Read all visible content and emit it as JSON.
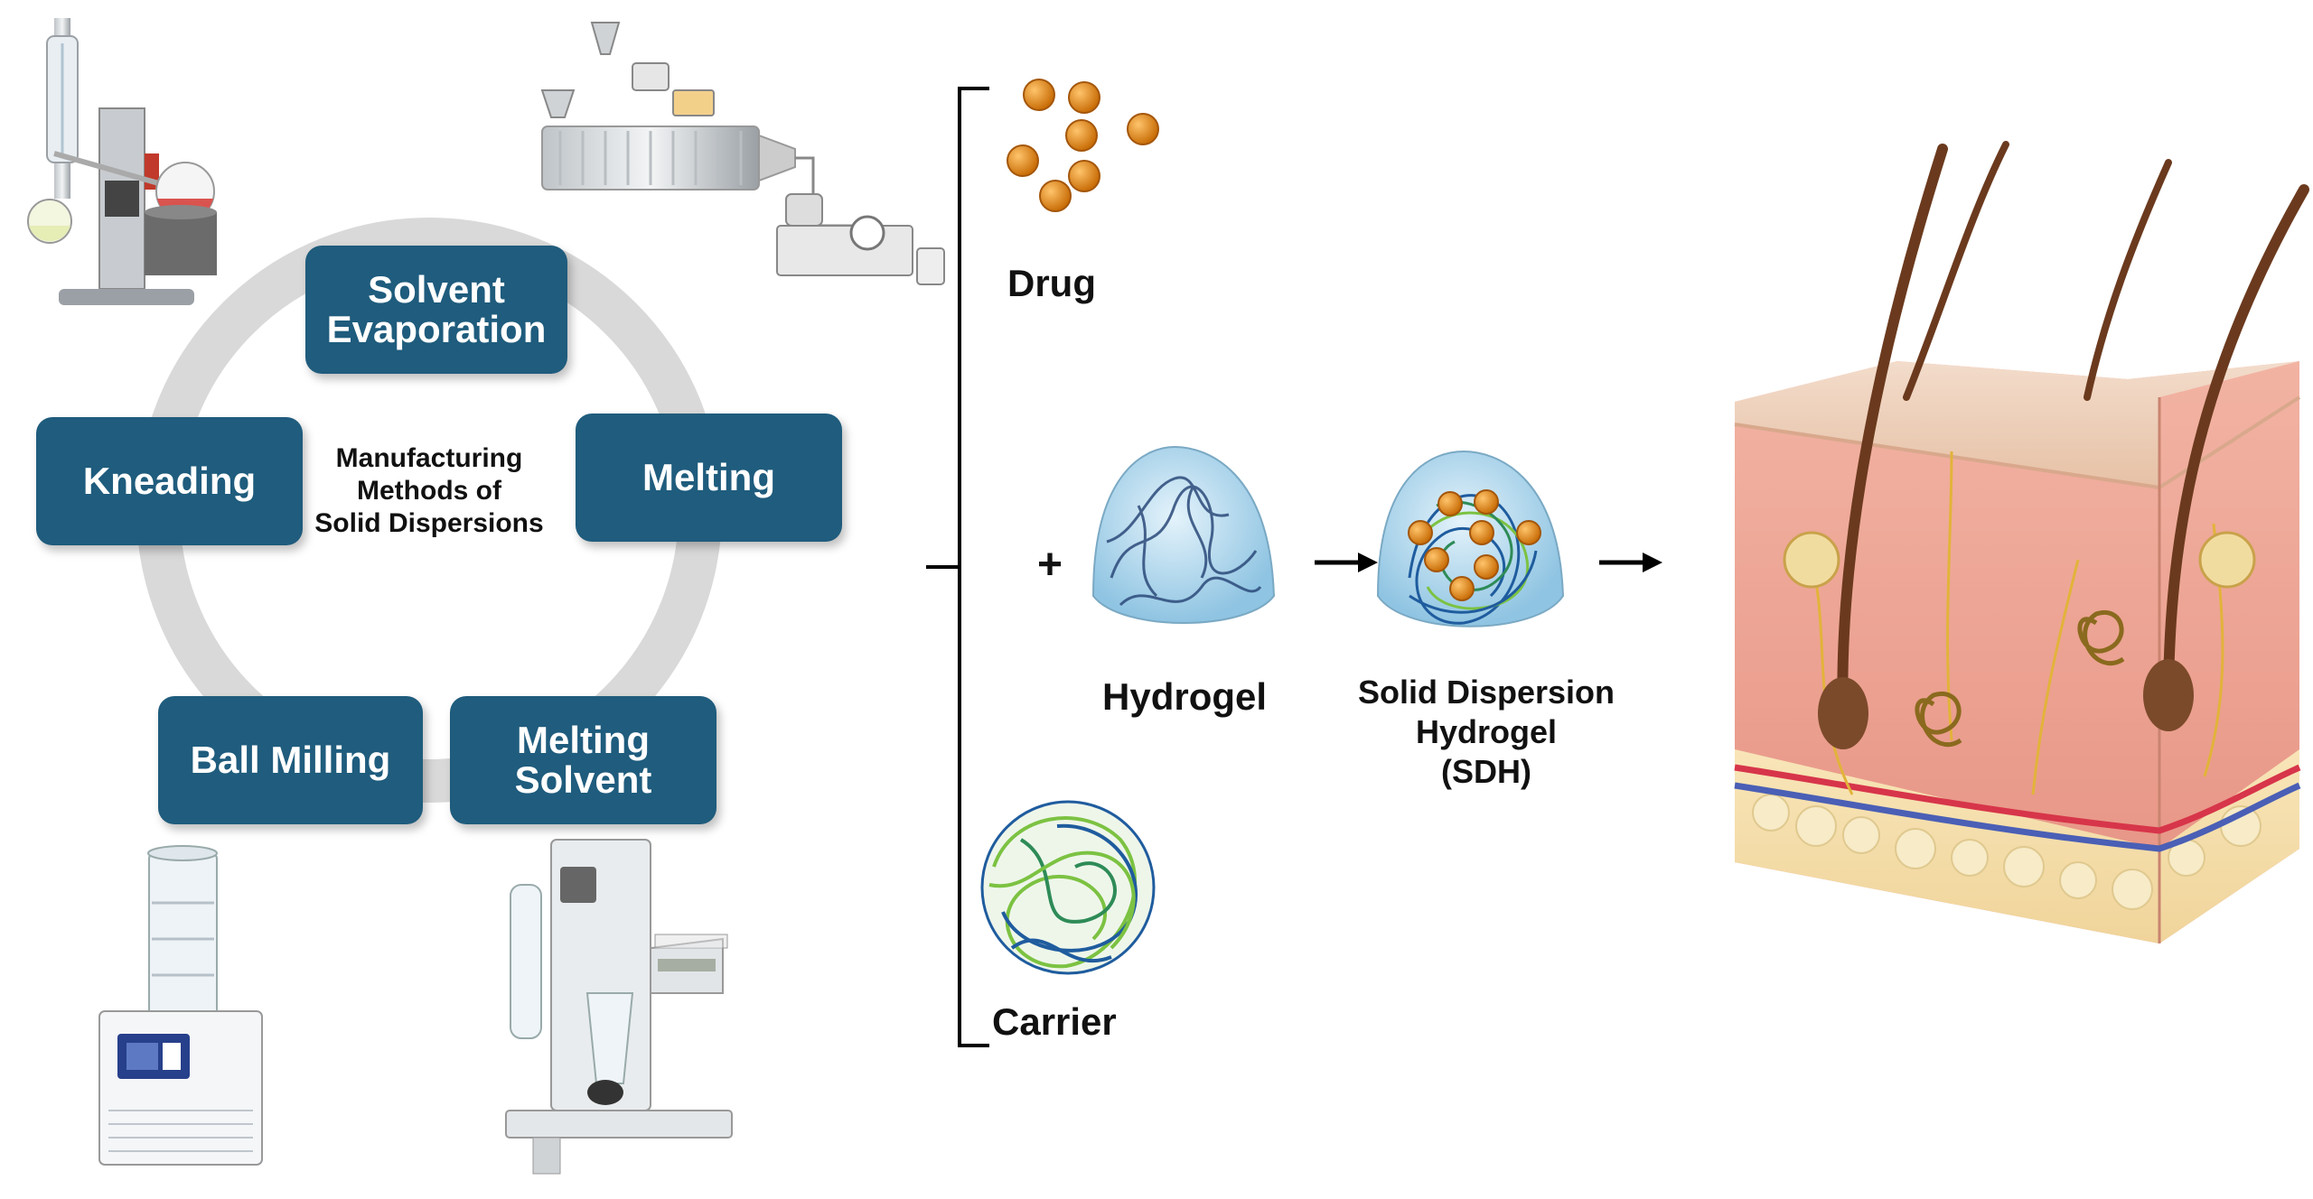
{
  "center_label": {
    "line1": "Manufacturing",
    "line2": "Methods of",
    "line3": "Solid Dispersions"
  },
  "methods": {
    "solvent_evaporation": "Solvent\nEvaporation",
    "melting": "Melting",
    "kneading": "Kneading",
    "ball_milling": "Ball Milling",
    "melting_solvent": "Melting\nSolvent"
  },
  "components": {
    "drug": "Drug",
    "carrier": "Carrier",
    "plus": "+",
    "hydrogel": "Hydrogel",
    "sdh": "Solid Dispersion\nHydrogel\n(SDH)"
  },
  "colors": {
    "method_box": "#1f5c7d",
    "ring": "#d9d9d9",
    "drug": "#e8921a",
    "hydrogel": "#b9dcef",
    "carrier_green": "#7cc242",
    "carrier_blue": "#1f5c9e"
  }
}
